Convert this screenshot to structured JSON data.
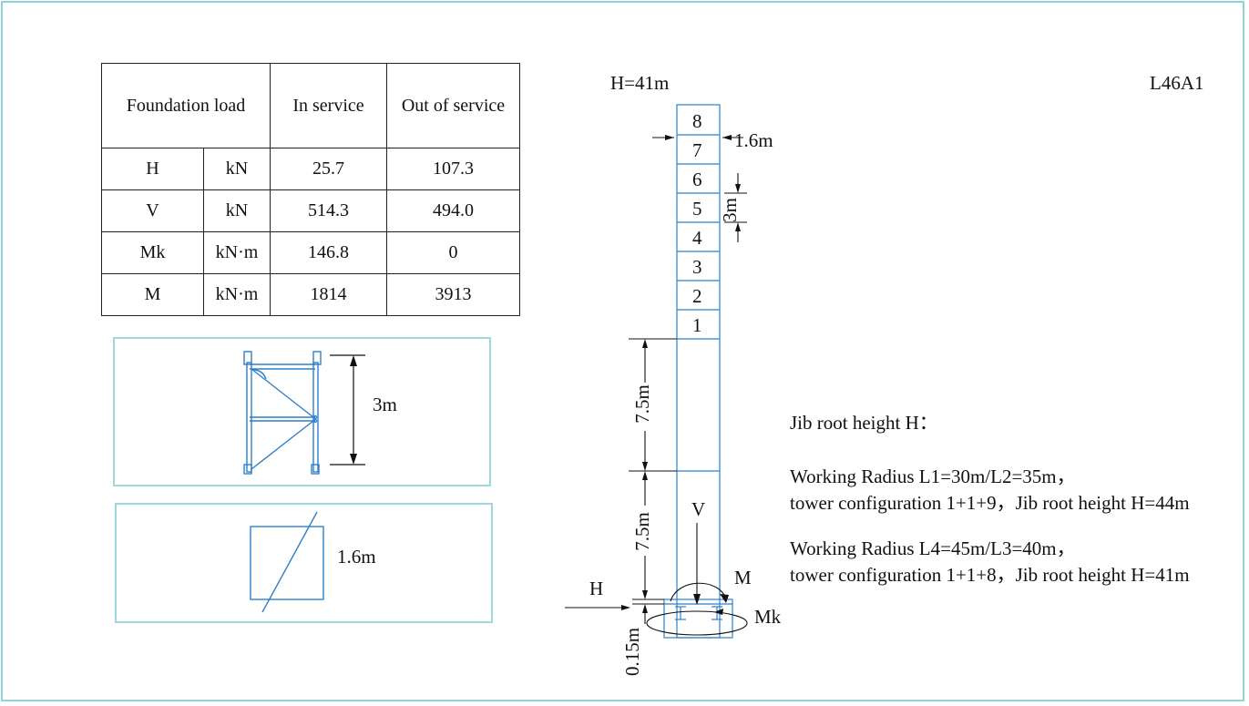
{
  "colors": {
    "frame": "#8fd3d8",
    "panel": "#9ed6dc",
    "tower": "#2f7fc9",
    "ink": "#111111"
  },
  "table": {
    "header": {
      "col1": "Foundation load",
      "col2": "In service",
      "col3": "Out of service"
    },
    "rows": [
      {
        "symbol": "H",
        "unit": "kN",
        "in_service": "25.7",
        "out_of_service": "107.3"
      },
      {
        "symbol": "V",
        "unit": "kN",
        "in_service": "514.3",
        "out_of_service": "494.0"
      },
      {
        "symbol": "Mk",
        "unit": "kN·m",
        "in_service": "146.8",
        "out_of_service": "0"
      },
      {
        "symbol": "M",
        "unit": "kN·m",
        "in_service": "1814",
        "out_of_service": "3913"
      }
    ]
  },
  "section_panel": {
    "height_label": "3m"
  },
  "cross_panel": {
    "width_label": "1.6m"
  },
  "tower": {
    "height_label": "H=41m",
    "model": "L46A1",
    "sections": [
      "8",
      "7",
      "6",
      "5",
      "4",
      "3",
      "2",
      "1"
    ],
    "width_label": "1.6m",
    "section_height_label": "3m",
    "lower_dims": [
      "7.5m",
      "7.5m"
    ],
    "base_label": "0.15m",
    "forces": {
      "H": "H",
      "V": "V",
      "M": "M",
      "Mk": "Mk"
    }
  },
  "notes": {
    "title": "Jib root height H：",
    "config1_line1": "Working Radius L1=30m/L2=35m，",
    "config1_line2": "tower configuration 1+1+9，Jib root height H=44m",
    "config2_line1": "Working Radius L4=45m/L3=40m，",
    "config2_line2": "tower configuration 1+1+8，Jib root height H=41m"
  }
}
